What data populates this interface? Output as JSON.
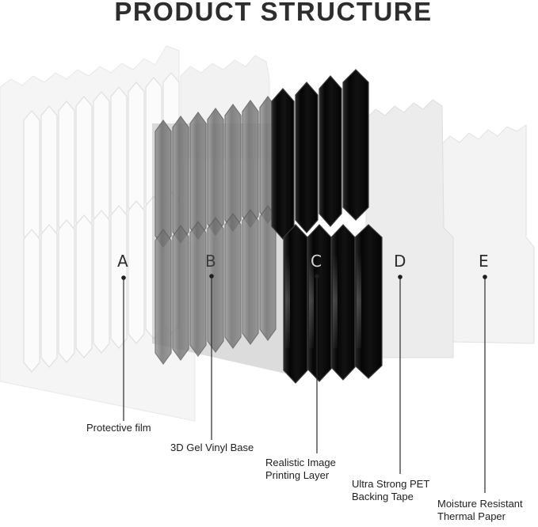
{
  "title": "PRODUCT STRUCTURE",
  "colors": {
    "title": "#2d2d2d",
    "black_tile": "#0c0c0c",
    "gray_tile": "#7c7c7c",
    "film": "#f1f1f1",
    "paper": "#f4f4f4",
    "text": "#1e1e1e"
  },
  "layers": [
    {
      "letter": "A",
      "label_lines": [
        "Protective film"
      ]
    },
    {
      "letter": "B",
      "label_lines": [
        "3D Gel Vinyl Base"
      ]
    },
    {
      "letter": "C",
      "label_lines": [
        "Realistic Image",
        "Printing Layer"
      ]
    },
    {
      "letter": "D",
      "label_lines": [
        "Ultra Strong PET",
        "Backing Tape"
      ]
    },
    {
      "letter": "E",
      "label_lines": [
        "Moisture Resistant",
        "Thermal Paper"
      ]
    }
  ]
}
